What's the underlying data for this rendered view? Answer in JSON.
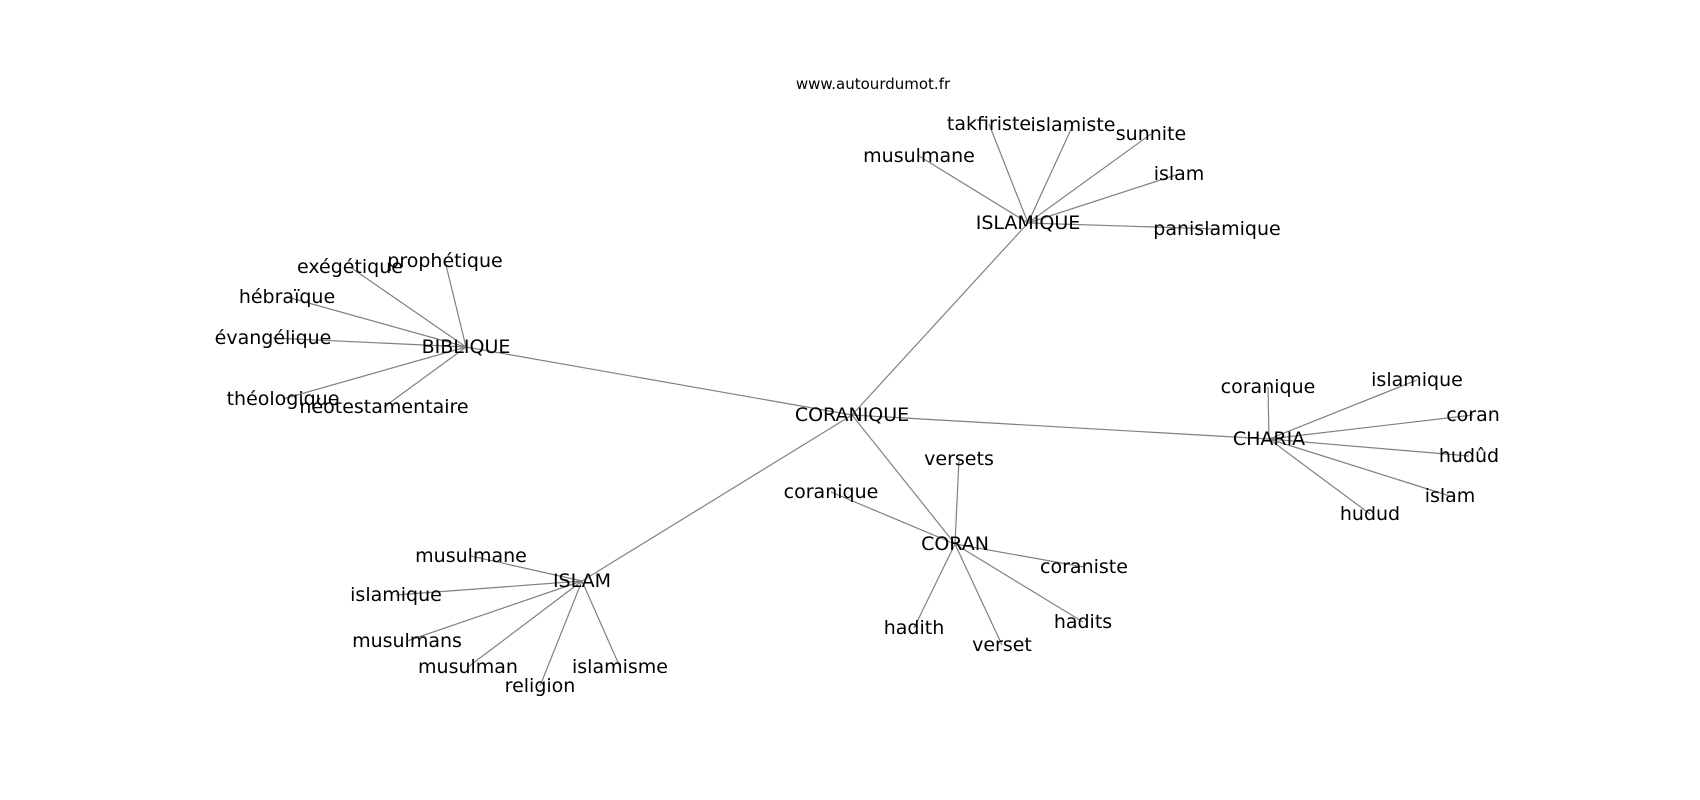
{
  "watermark": "www.autourdumot.fr",
  "colors": {
    "edge": "#808080",
    "text": "#000000",
    "background": "#ffffff"
  },
  "graph": {
    "center": "CORANIQUE",
    "hubs": [
      {
        "id": "islamique-hub",
        "label": "ISLAMIQUE",
        "leaves": [
          "takfiriste",
          "islamiste",
          "sunnite",
          "musulmane",
          "islam",
          "panislamique"
        ]
      },
      {
        "id": "biblique-hub",
        "label": "BIBLIQUE",
        "leaves": [
          "exégétique",
          "prophétique",
          "hébraïque",
          "évangélique",
          "théologique",
          "néotestamentaire"
        ]
      },
      {
        "id": "charia-hub",
        "label": "CHARIA",
        "leaves": [
          "coranique",
          "islamique",
          "coran",
          "hudûd",
          "islam",
          "hudud"
        ]
      },
      {
        "id": "coran-hub",
        "label": "CORAN",
        "leaves": [
          "versets",
          "coranique",
          "coraniste",
          "hadith",
          "hadits",
          "verset"
        ]
      },
      {
        "id": "islam-hub",
        "label": "ISLAM",
        "leaves": [
          "musulmane",
          "islamique",
          "musulmans",
          "musulman",
          "religion",
          "islamisme"
        ]
      }
    ]
  }
}
